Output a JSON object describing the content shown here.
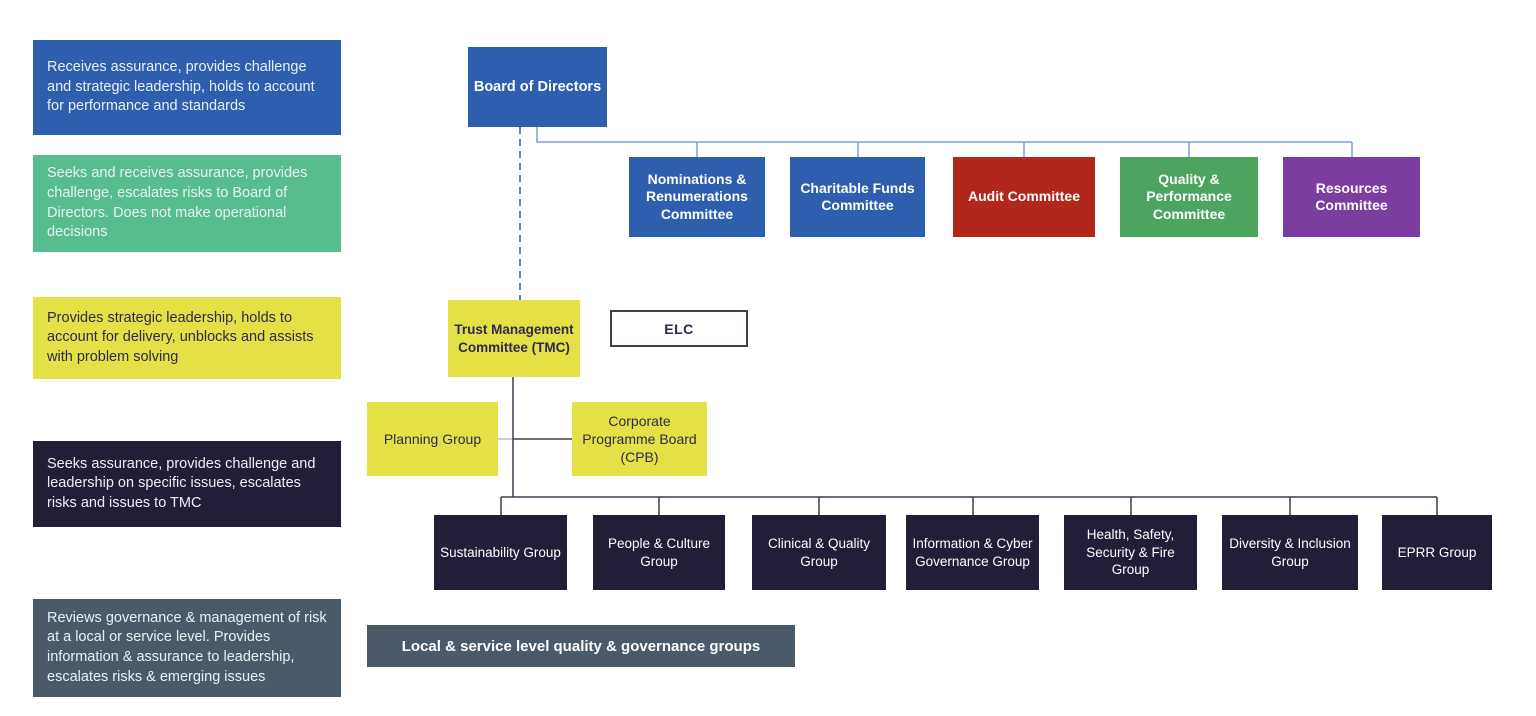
{
  "title": "Trust governance structure diagram",
  "colors": {
    "blue": "#2d5fae",
    "mint": "#57bd8e",
    "yellow": "#e4e147",
    "navy": "#221e38",
    "slate": "#4b5a68",
    "red": "#b1271b",
    "green": "#4da45f",
    "purple": "#7b3da0",
    "dark_text": "#2e2a49",
    "line_blue": "#7da0d4",
    "line_dashed": "#5585d2",
    "line_dark": "#3d3d52",
    "line_light": "#b7bcc8"
  },
  "legend": {
    "items": [
      {
        "text": "Receives assurance, provides challenge and strategic leadership, holds to account for performance and standards"
      },
      {
        "text": "Seeks and receives assurance, provides challenge, escalates risks to Board of Directors. Does not make operational decisions"
      },
      {
        "text": "Provides strategic leadership, holds to account for delivery, unblocks and assists with problem solving"
      },
      {
        "text": "Seeks assurance, provides challenge and leadership on specific issues, escalates risks and issues to TMC"
      },
      {
        "text": "Reviews governance & management of risk at a local or service level. Provides information & assurance to leadership, escalates risks & emerging issues"
      }
    ]
  },
  "board": {
    "label": "Board of Directors"
  },
  "committees": [
    {
      "label": "Nominations & Renumerations Committee"
    },
    {
      "label": "Charitable Funds Committee"
    },
    {
      "label": "Audit Committee"
    },
    {
      "label": "Quality & Performance Committee"
    },
    {
      "label": "Resources Committee"
    }
  ],
  "tmc": {
    "label": "Trust Management Committee (TMC)"
  },
  "elc": {
    "label": "ELC"
  },
  "planning": {
    "label": "Planning Group"
  },
  "cpb": {
    "label": "Corporate Programme Board (CPB)"
  },
  "groups": [
    "Sustainability Group",
    "People & Culture Group",
    "Clinical & Quality Group",
    "Information & Cyber Governance Group",
    "Health, Safety, Security & Fire Group",
    "Diversity & Inclusion Group",
    "EPRR Group"
  ],
  "footer_bar": {
    "label": "Local & service level quality & governance groups"
  }
}
